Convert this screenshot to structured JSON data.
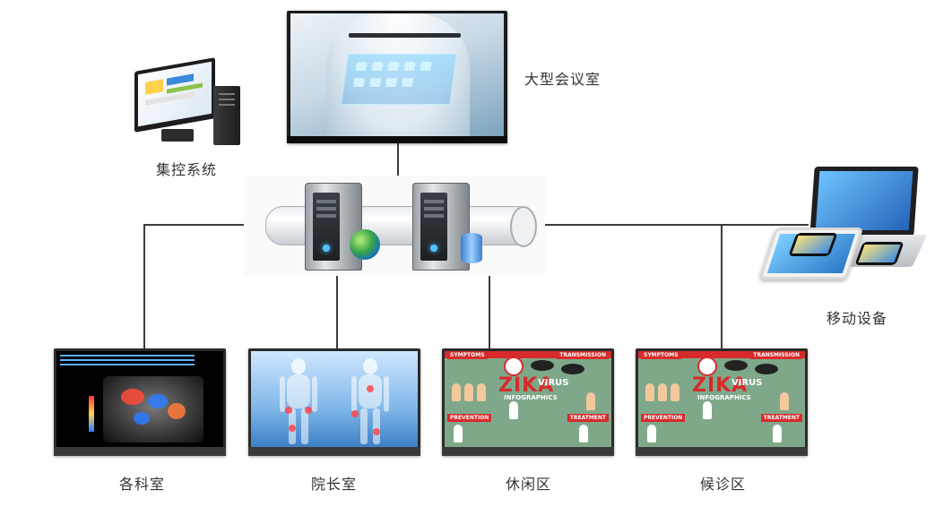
{
  "nodes": {
    "conference_room": "大型会议室",
    "central_control": "集控系统",
    "mobile_devices": "移动设备",
    "departments": "各科室",
    "president_office": "院长室",
    "lounge_area": "休闲区",
    "waiting_area": "候诊区"
  },
  "infographic": {
    "symptoms": "SYMPTOMS",
    "transmission": "TRANSMISSION",
    "prevention": "PREVENTION",
    "treatment": "TREATMENT",
    "title_main": "ZIKA",
    "title_virus": "VIRUS",
    "subtitle": "INFOGRAPHICS"
  },
  "icons": {
    "conference": "medical-hologram-display-icon",
    "control": "desktop-computer-icon",
    "servers": "server-pipe-icon",
    "mobile": "mobile-devices-icon"
  },
  "colors": {
    "line": "#3c3c3c",
    "label": "#333333",
    "infographic_red": "#d72b2b",
    "infographic_bg": "#7fa88a"
  }
}
